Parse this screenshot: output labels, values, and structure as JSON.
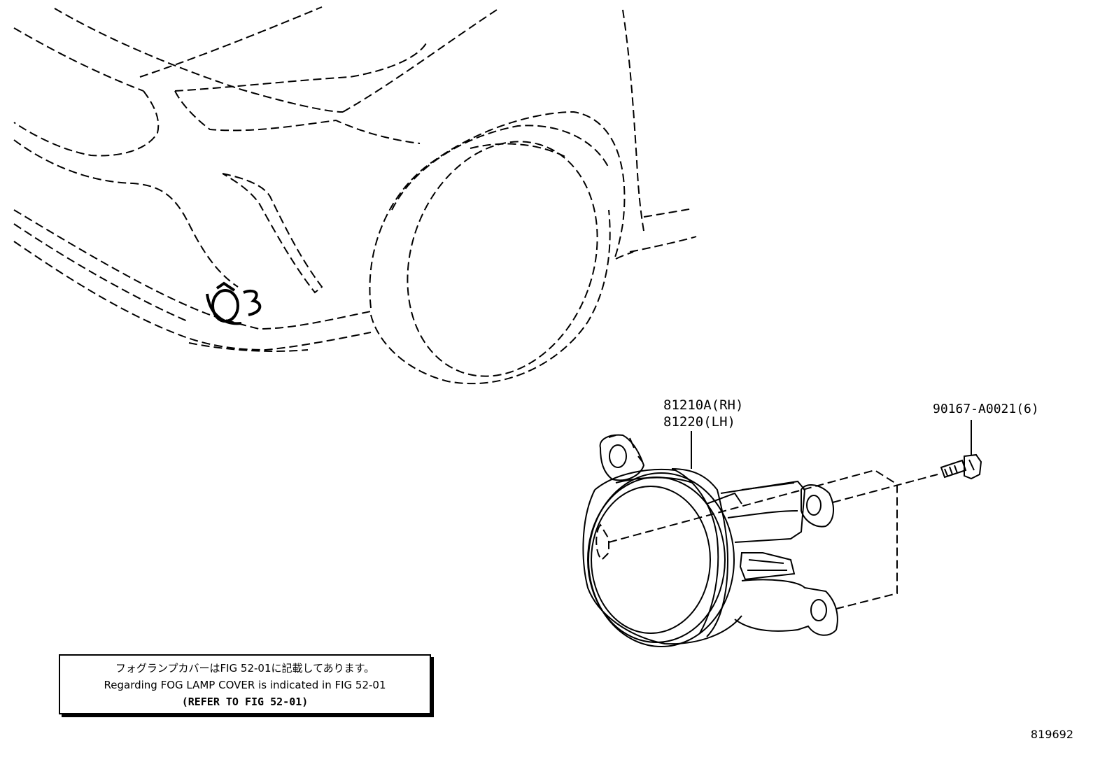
{
  "parts": {
    "fog_lamp_rh": "81210A(RH)",
    "fog_lamp_lh": "81220(LH)",
    "screw": "90167-A0021(6)"
  },
  "note": {
    "line_jp": "フォグランプカバーはFIG 52-01に記載してあります。",
    "line_en": "Regarding FOG LAMP COVER is indicated in FIG 52-01",
    "line_ref": "(REFER TO FIG 52-01)"
  },
  "figure_id": "819692"
}
